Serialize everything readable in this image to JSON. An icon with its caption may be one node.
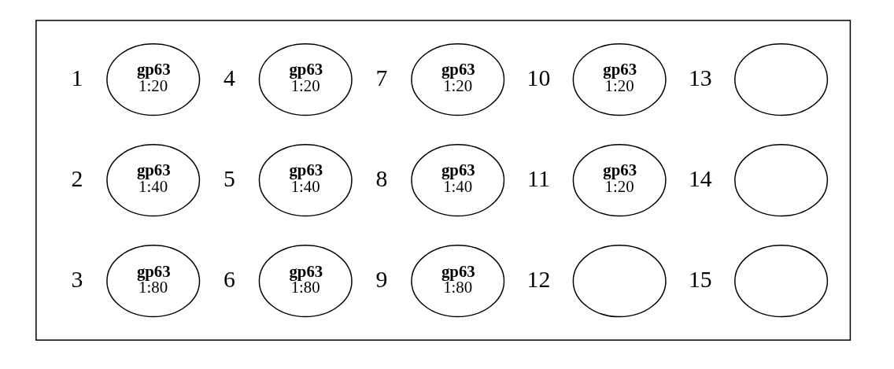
{
  "diagram": {
    "nodes": [
      {
        "text": [],
        "shape": "box"
      },
      {
        "text": [
          "gp63",
          "1:20"
        ],
        "in": 0,
        "beside": [
          "1"
        ]
      },
      {
        "text": [
          "gp63",
          "1:20"
        ],
        "in": 0,
        "beside": [
          "4"
        ]
      },
      {
        "text": [
          "gp63",
          "1:20"
        ],
        "in": 0,
        "beside": [
          "7"
        ]
      },
      {
        "text": [
          "gp63",
          "1:20"
        ],
        "in": 0,
        "beside": [
          "10"
        ]
      },
      {
        "text": [],
        "shape": "ellipse",
        "in": 0,
        "beside": [
          "13"
        ]
      },
      {
        "text": [
          "gp63",
          "1:40"
        ],
        "in": 0,
        "beside": [
          "2"
        ]
      },
      {
        "text": [
          "gp63",
          "1:40"
        ],
        "in": 0,
        "beside": [
          "5"
        ]
      },
      {
        "text": [
          "gp63",
          "1:40"
        ],
        "in": 0,
        "beside": [
          "8"
        ]
      },
      {
        "text": [
          "gp63",
          "1:20"
        ],
        "in": 0,
        "beside": [
          "11"
        ]
      },
      {
        "text": [],
        "shape": "ellipse",
        "in": 0,
        "beside": [
          "14"
        ]
      },
      {
        "text": [
          "gp63",
          "1:80"
        ],
        "in": 0,
        "beside": [
          "3"
        ]
      },
      {
        "text": [
          "gp63",
          "1:80"
        ],
        "in": 0,
        "beside": [
          "6"
        ]
      },
      {
        "text": [
          "gp63",
          "1:80"
        ],
        "in": 0,
        "beside": [
          "9"
        ]
      },
      {
        "text": [],
        "shape": "ellipse",
        "in": 0,
        "beside": [
          "12"
        ]
      },
      {
        "text": [],
        "shape": "ellipse",
        "in": 0,
        "beside": [
          "15"
        ]
      }
    ],
    "edges": []
  }
}
